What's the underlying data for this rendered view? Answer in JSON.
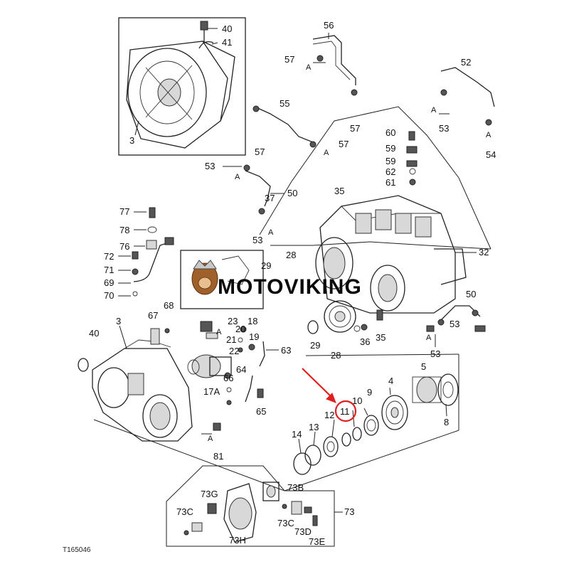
{
  "watermark": {
    "brand": "MOTOVIKING"
  },
  "figure_id": "T165046",
  "highlight": {
    "label": "11",
    "color": "#e02020"
  },
  "callouts": {
    "c3a": "3",
    "c40a": "40",
    "c41": "41",
    "c56": "56",
    "c57a": "57",
    "c57b": "57",
    "c57c": "57",
    "c55": "55",
    "c52": "52",
    "c53a": "53",
    "c54": "54",
    "c60": "60",
    "c59a": "59",
    "c59b": "59",
    "c62": "62",
    "c61": "61",
    "c53b": "53",
    "c50a": "50",
    "c53c": "53",
    "c37": "37",
    "c35a": "35",
    "c77": "77",
    "c78": "78",
    "c76": "76",
    "c72": "72",
    "c71": "71",
    "c69": "69",
    "c70": "70",
    "c28a": "28",
    "c29a": "29",
    "c32": "32",
    "c67": "67",
    "c68": "68",
    "c40b": "40",
    "c3b": "3",
    "c23": "23",
    "c18": "18",
    "c20": "20",
    "c21": "21",
    "c19": "19",
    "c22": "22",
    "c63": "63",
    "c17A": "17A",
    "c66": "66",
    "c64": "64",
    "c65": "65",
    "c81": "81",
    "c29b": "29",
    "c28b": "28",
    "c36": "36",
    "c35b": "35",
    "c50b": "50",
    "c53d": "53",
    "c53e": "53",
    "c5": "5",
    "c4": "4",
    "c9": "9",
    "c10": "10",
    "c12": "12",
    "c8": "8",
    "c13": "13",
    "c14": "14",
    "c73G": "73G",
    "c73B": "73B",
    "c73": "73",
    "c73C1": "73C",
    "c73C2": "73C",
    "c73D": "73D",
    "c73H": "73H",
    "c73E": "73E"
  },
  "letter_a": "A"
}
